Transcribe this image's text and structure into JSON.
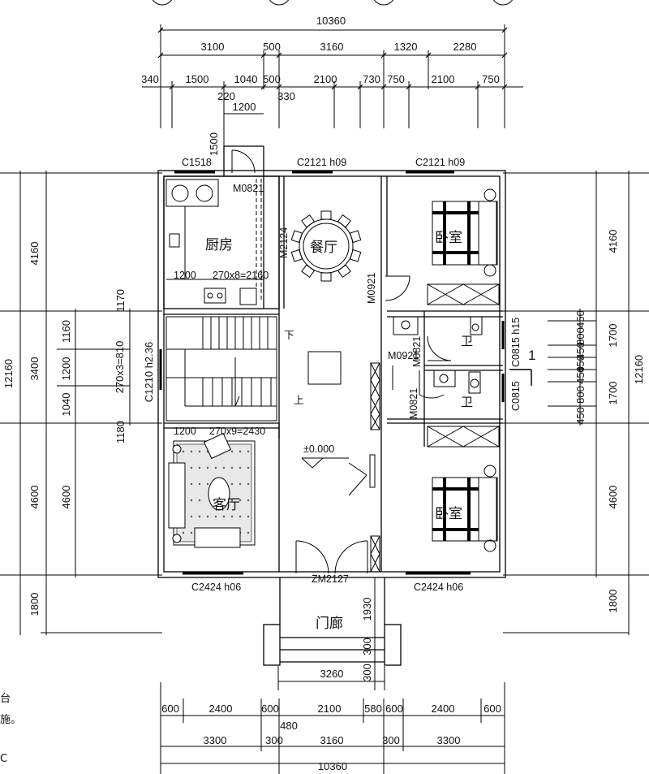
{
  "dims": {
    "overall_top": "10360",
    "row1": [
      "3100",
      "500",
      "3160",
      "1320",
      "2280"
    ],
    "row2": [
      "340",
      "1500",
      "1040",
      "500",
      "2100",
      "730",
      "750",
      "2100",
      "750"
    ],
    "small_220": "220",
    "small_330": "330",
    "small_1200": "1200",
    "small_1500": "1500",
    "left_outer": [
      "4160",
      "12160",
      "1800"
    ],
    "left_mid": [
      "3400",
      "4600"
    ],
    "left_inner": [
      "1160",
      "1200",
      "1040"
    ],
    "left_1170": "1170",
    "left_1180": "1180",
    "right_outer": [
      "4160",
      "12160",
      "4600",
      "1800"
    ],
    "right_inner": [
      "1700",
      "1700"
    ],
    "right_small": [
      "450",
      "800",
      "450",
      "450",
      "450",
      "800",
      "450"
    ],
    "right_450": "450",
    "bottom_row1": [
      "600",
      "2400",
      "600",
      "2100",
      "580",
      "600",
      "2400",
      "600"
    ],
    "bottom_row2": [
      "3300",
      "300",
      "3160",
      "300",
      "3300"
    ],
    "bottom_overall": "10360",
    "bottom_480": "480",
    "porch_3260": "3260",
    "porch_1930": "1930",
    "porch_300a": "300",
    "porch_300b": "300"
  },
  "labels": {
    "c1518": "C1518",
    "c2121_a": "C2121 h09",
    "c2121_b": "C2121 h09",
    "m0821_top": "M0821",
    "m2124": "M2124",
    "m0921": "M0921",
    "m0921_b": "M0921",
    "m0821_v": "M0821",
    "m0821_b": "M0821",
    "c0815_h15": "C0815 h15",
    "c0815": "C0815",
    "c1210": "C1210 h2.36",
    "stair_270x3": "270x3=810",
    "stair_270x8": "270x8=2160",
    "stair_270x9": "270x9=2430",
    "s1200_a": "1200",
    "s1200_b": "1200",
    "level": "±0.000",
    "zm2127": "ZM2127",
    "c2424_a": "C2424 h06",
    "c2424_b": "C2424 h06",
    "section_mark": "1",
    "down": "下",
    "up": "上"
  },
  "rooms": {
    "kitchen": "厨房",
    "dining": "餐厅",
    "bedroom_top": "卧室",
    "bedroom_bottom": "卧室",
    "wc_top": "卫",
    "wc_bottom": "卫",
    "living": "客厅",
    "porch": "门廊"
  },
  "side_notes": [
    "台",
    "施。",
    "C"
  ]
}
